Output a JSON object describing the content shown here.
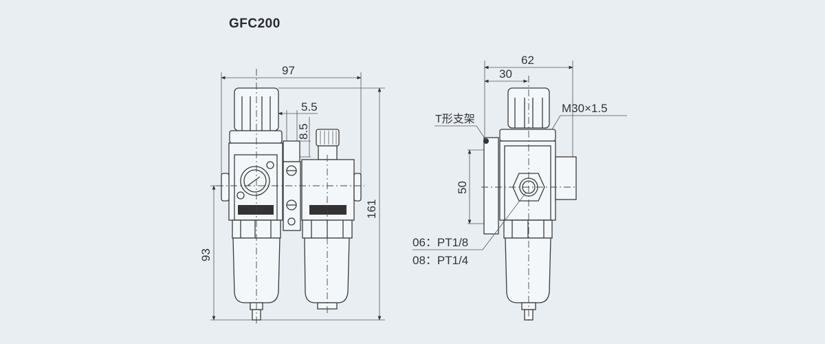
{
  "title": "GFC200",
  "front_view": {
    "dim_width": "97",
    "dim_height": "161",
    "dim_center_height": "93",
    "dim_bracket_offset": "5.5",
    "dim_bracket_hole": "8.5"
  },
  "side_view": {
    "dim_depth": "62",
    "dim_bracket_center": "30",
    "dim_bracket_height": "50",
    "label_bracket": "T形支架",
    "label_thread": "M30×1.5",
    "label_port_06": "06：PT1/8",
    "label_port_08": "08：PT1/4"
  }
}
